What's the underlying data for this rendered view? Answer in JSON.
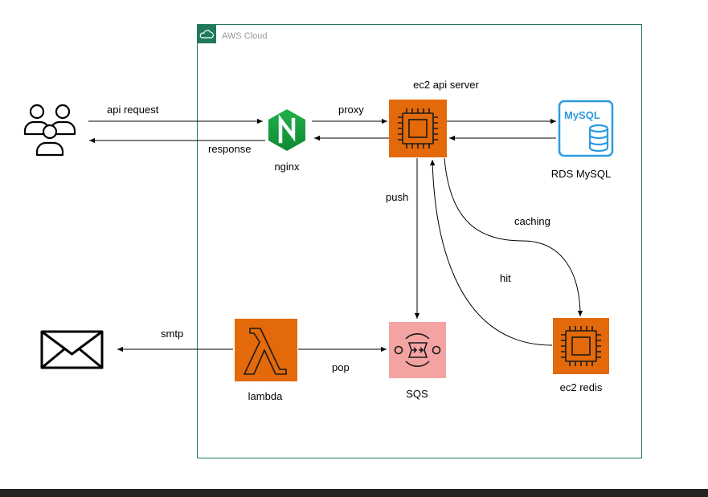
{
  "group": {
    "label": "AWS Cloud",
    "border_color": "#1f7a5a"
  },
  "nodes": {
    "users": {
      "icon": "users-icon"
    },
    "nginx": {
      "label": "nginx",
      "icon": "nginx-icon",
      "color": "#139639"
    },
    "ec2_api": {
      "label": "ec2 api server",
      "icon": "ec2-icon",
      "color": "#e3690a"
    },
    "rds": {
      "label": "RDS MySQL",
      "icon": "mysql-icon",
      "icon_text": "MySQL",
      "color": "#2e9ae0"
    },
    "redis": {
      "label": "ec2 redis",
      "icon": "ec2-icon",
      "color": "#e3690a"
    },
    "sqs": {
      "label": "SQS",
      "icon": "sqs-icon",
      "color": "#f4a3a3"
    },
    "lambda": {
      "label": "lambda",
      "icon": "lambda-icon",
      "color": "#e3690a"
    },
    "mail": {
      "icon": "envelope-icon"
    }
  },
  "edges": {
    "api_request": "api request",
    "response": "response",
    "proxy": "proxy",
    "push": "push",
    "caching": "caching",
    "hit": "hit",
    "smtp": "smtp",
    "pop": "pop"
  }
}
